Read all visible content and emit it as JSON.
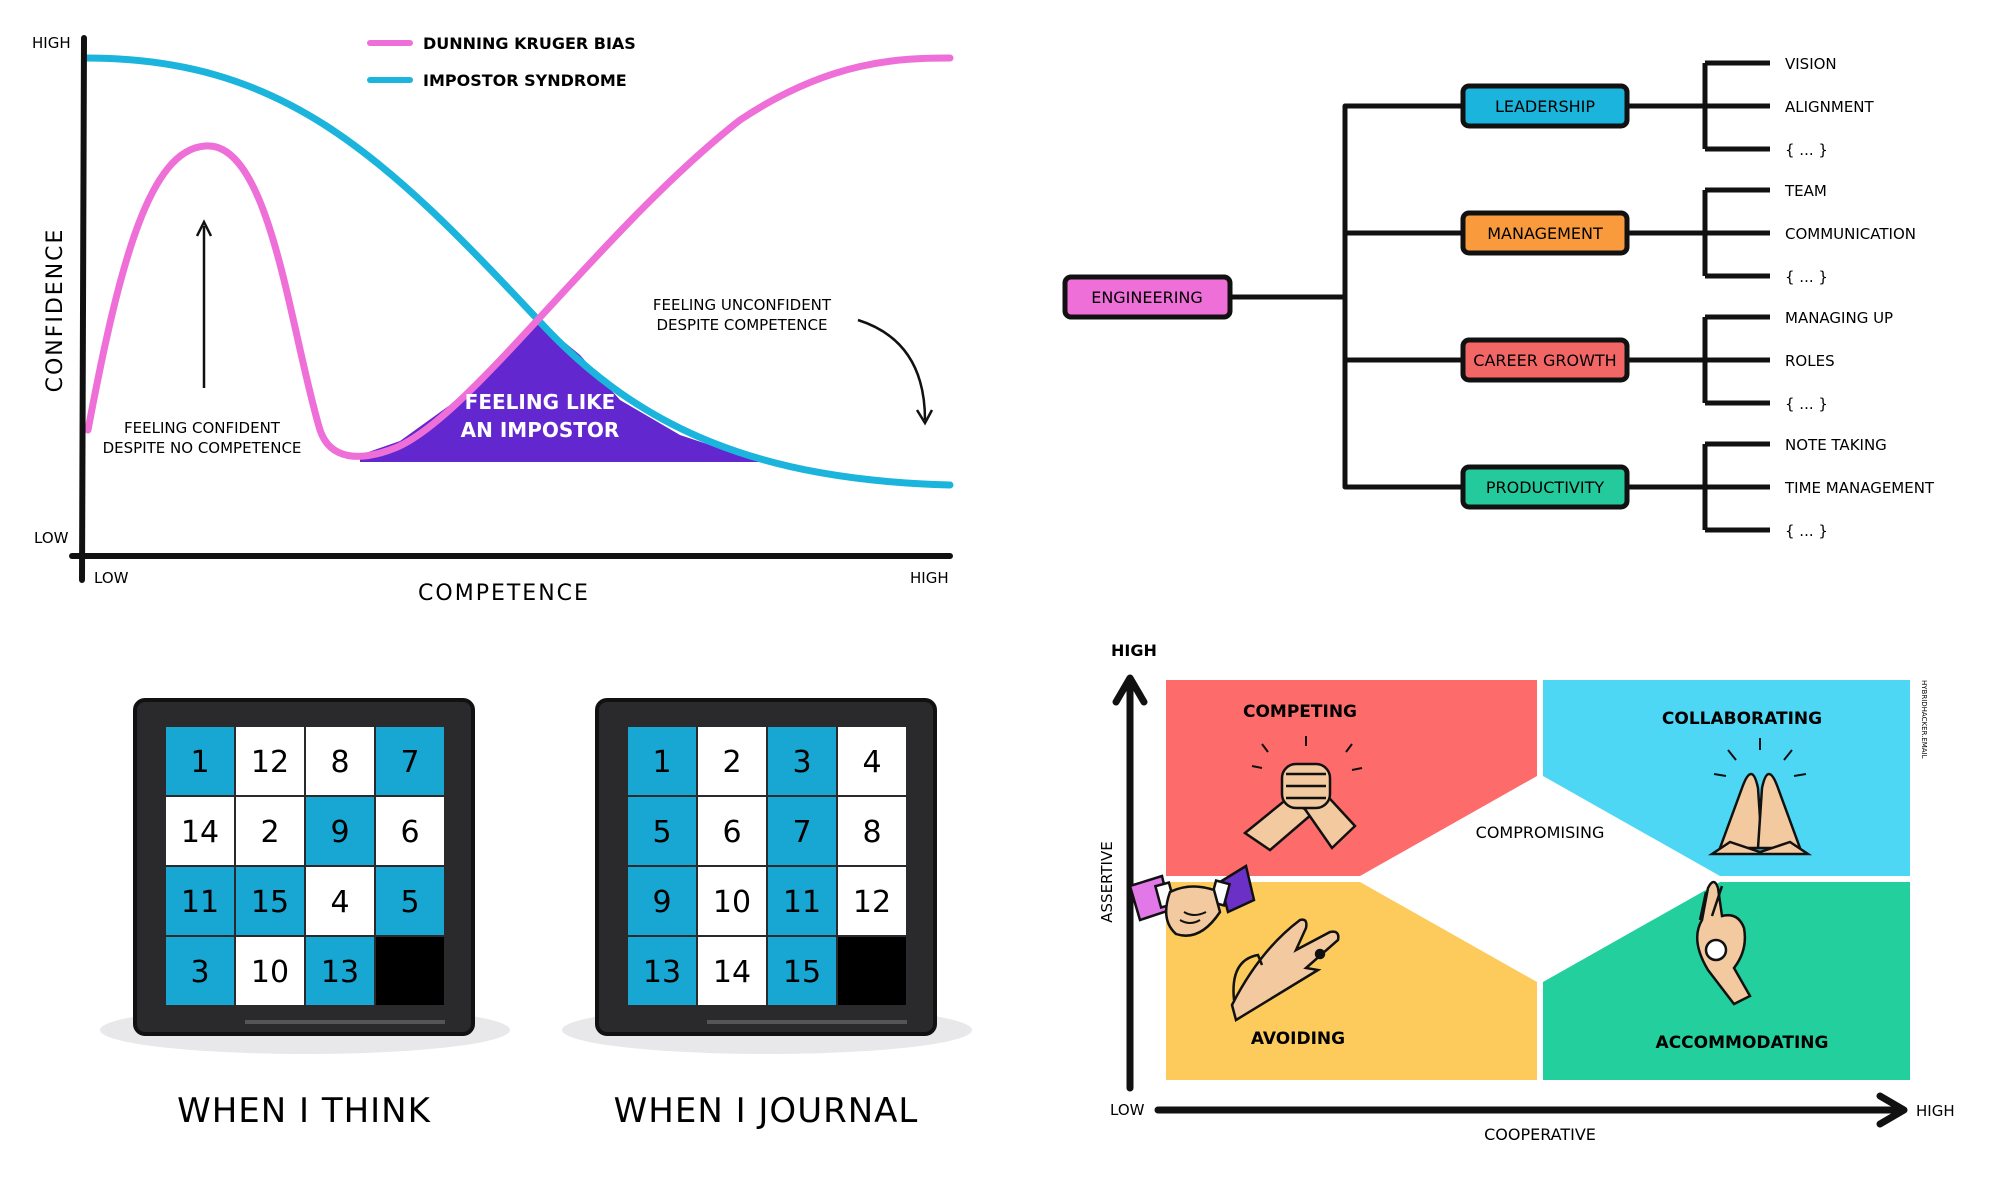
{
  "graph": {
    "y_high": "HIGH",
    "y_low": "LOW",
    "x_low": "LOW",
    "x_high": "HIGH",
    "y_label": "CONFIDENCE",
    "x_label": "COMPETENCE",
    "legend": [
      "DUNNING KRUGER BIAS",
      "IMPOSTOR SYNDROME"
    ],
    "colors": {
      "dunning": "#ee6fd8",
      "impostor": "#1ab4dc",
      "impostor_area": "#6327cf"
    },
    "note_left": [
      "FEELING CONFIDENT",
      "DESPITE NO COMPETENCE"
    ],
    "note_right": [
      "FEELING UNCONFIDENT",
      "DESPITE COMPETENCE"
    ],
    "area_label": [
      "FEELING LIKE",
      "AN IMPOSTOR"
    ]
  },
  "tree": {
    "root": "ENGINEERING",
    "branches": [
      {
        "label": "LEADERSHIP",
        "color": "#1ab4dc",
        "children": [
          "VISION",
          "ALIGNMENT",
          "{ ... }"
        ]
      },
      {
        "label": "MANAGEMENT",
        "color": "#f99a3c",
        "children": [
          "TEAM",
          "COMMUNICATION",
          "{ ... }"
        ]
      },
      {
        "label": "CAREER GROWTH",
        "color": "#f36666",
        "children": [
          "MANAGING UP",
          "ROLES",
          "{ ... }"
        ]
      },
      {
        "label": "PRODUCTIVITY",
        "color": "#24c99c",
        "children": [
          "NOTE TAKING",
          "TIME MANAGEMENT",
          "{ ... }"
        ]
      }
    ],
    "root_color": "#ee6fd8"
  },
  "puzzles": [
    {
      "caption": "WHEN I THINK",
      "tiles": [
        "1",
        "12",
        "8",
        "7",
        "14",
        "2",
        "9",
        "6",
        "11",
        "15",
        "4",
        "5",
        "3",
        "10",
        "13",
        ""
      ],
      "blue": [
        true,
        false,
        false,
        true,
        false,
        false,
        true,
        false,
        true,
        true,
        false,
        true,
        true,
        false,
        true,
        false
      ]
    },
    {
      "caption": "WHEN I JOURNAL",
      "tiles": [
        "1",
        "2",
        "3",
        "4",
        "5",
        "6",
        "7",
        "8",
        "9",
        "10",
        "11",
        "12",
        "13",
        "14",
        "15",
        ""
      ],
      "blue": [
        true,
        false,
        true,
        false,
        true,
        false,
        true,
        false,
        true,
        false,
        true,
        false,
        true,
        false,
        true,
        false
      ]
    }
  ],
  "quadrant": {
    "y_high": "HIGH",
    "x_low": "LOW",
    "x_high": "HIGH",
    "y_axis": "ASSERTIVE",
    "x_axis": "COOPERATIVE",
    "competing": "COMPETING",
    "collaborating": "COLLABORATING",
    "compromising": "COMPROMISING",
    "avoiding": "AVOIDING",
    "accommodating": "ACCOMMODATING",
    "watermark": "HYBRIDHACKER.EMAIL",
    "colors": {
      "competing": "#fd6b6b",
      "collaborating": "#4dd7f5",
      "avoiding": "#fdcb5b",
      "accommodating": "#23cf9c"
    }
  }
}
